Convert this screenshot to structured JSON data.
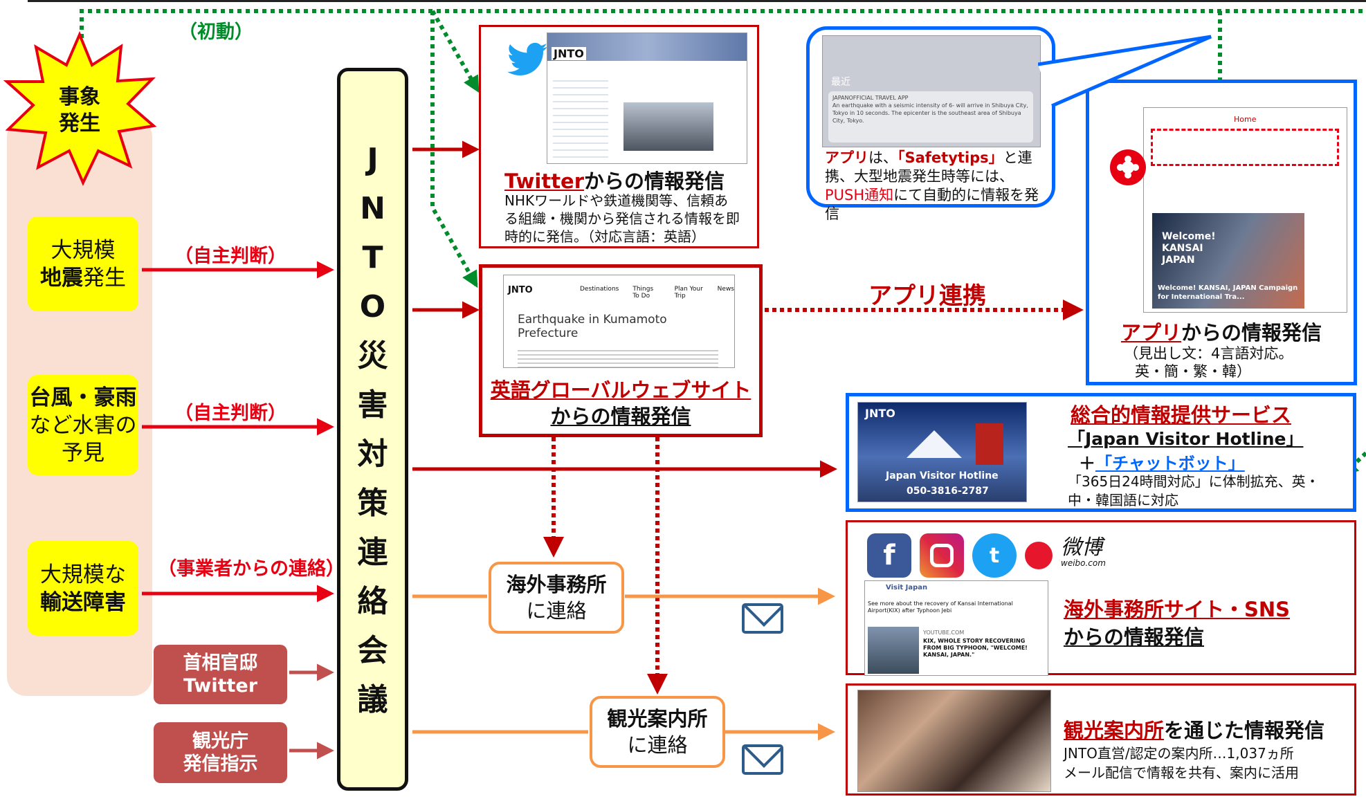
{
  "trigger": {
    "line1": "事象",
    "line2": "発生"
  },
  "initial_label": "（初動）",
  "events": [
    {
      "pre": "",
      "bold": "",
      "post": "大規模",
      "line2_bold": "地震",
      "line2": "発生"
    },
    {
      "bold": "台風・豪雨",
      "line2": "など水害の",
      "line3": "予見"
    },
    {
      "line1": "大規模な",
      "line2_bold": "輸送障害"
    }
  ],
  "edge_labels": {
    "self1": "（自主判断）",
    "self2": "（自主判断）",
    "operator": "（事業者からの連絡）"
  },
  "directives": [
    {
      "line1": "首相官邸",
      "line2": "Twitter"
    },
    {
      "line1": "観光庁",
      "line2": "発信指示"
    }
  ],
  "hub_chars": [
    "J",
    "N",
    "T",
    "O",
    "災",
    "害",
    "対",
    "策",
    "連",
    "絡",
    "会",
    "議"
  ],
  "twitter": {
    "title_a": "Twitter",
    "title_b": "からの情報発信",
    "desc": "NHKワールドや鉄道機関等、信頼ある組織・機関から発信される情報を即時的に発信。（対応言語：英語）",
    "shot_brand": "JNTO"
  },
  "website": {
    "title_a": "英語グローバルウェブサイト",
    "title_b": "からの情報発信",
    "shot_heading": "Earthquake in Kumamoto Prefecture",
    "nav": [
      "Destinations",
      "Things To Do",
      "Plan Your Trip",
      "News"
    ]
  },
  "app_link_label": "アプリ連携",
  "push": {
    "a": "アプリ",
    "b": "は、",
    "c": "「Safetytips」",
    "d": "と連携、大型地震発生時等には、",
    "e": "PUSH通知",
    "f": "にて自動的に情報を発信",
    "shot_section": "最近",
    "shot_app": "JAPANOFFICIAL TRAVEL APP",
    "shot_msg": "An earthquake with a seismic intensity of 6- will arrive in Shibuya City, Tokyo in 10 seconds. The epicenter is the southeast area of Shibuya City, Tokyo."
  },
  "app": {
    "title_a": "アプリ",
    "title_b": "からの情報発信",
    "desc1": "（見出し文：4言語対応。",
    "desc2": "英・簡・繁・韓）",
    "shot_home": "Home",
    "shot_banner1": "Welcome!",
    "shot_banner2": "KANSAI",
    "shot_banner3": "JAPAN",
    "shot_caption": "Welcome! KANSAI, JAPAN Campaign for International Tra..."
  },
  "hotline": {
    "title": "総合的情報提供サービス",
    "line2": "「Japan Visitor Hotline」",
    "line3_plus": "＋",
    "line3": "「チャットボット」",
    "desc": "「365日24時間対応」に体制拡充、英・中・韓国語に対応",
    "shot_brand": "JNTO",
    "shot_name": "Japan Visitor Hotline",
    "shot_phone": "050-3816-2787"
  },
  "overseas": {
    "bold": "海外事務所",
    "rest": "に連絡"
  },
  "tic": {
    "bold": "観光案内所",
    "rest": "に連絡"
  },
  "sns": {
    "title1": "海外事務所サイト・SNS",
    "title2": "からの情報発信",
    "weibo": "微博",
    "weibo_url": "weibo.com",
    "shot_account": "Visit Japan",
    "shot_text": "See more about the recovery of Kansai International Airport(KIX) after Typhoon Jebi",
    "shot_source": "YOUTUBE.COM",
    "shot_headline": "KIX, WHOLE STORY RECOVERING FROM BIG TYPHOON, \"WELCOME! KANSAI, JAPAN.\""
  },
  "info": {
    "title_a": "観光案内所",
    "title_b": "を通じた情報発信",
    "line1": "JNTO直営/認定の案内所…1,037ヵ所",
    "line2": "メール配信で情報を共有、案内に活用"
  },
  "colors": {
    "red": "#e60012",
    "dark_red": "#c00000",
    "green": "#008c2a",
    "blue": "#0066ff",
    "orange": "#f79646",
    "yellow": "#ffff00"
  }
}
